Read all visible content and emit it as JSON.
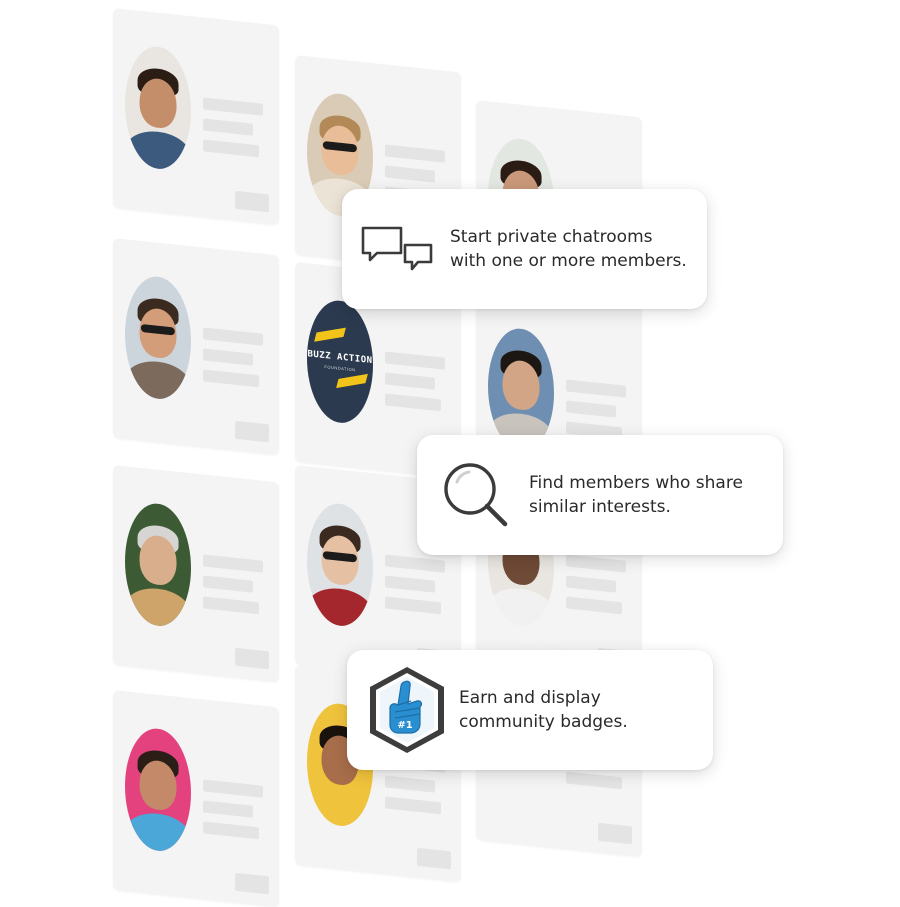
{
  "members": [
    {
      "kind": "photo",
      "icon": "member-avatar-icon",
      "bg": "#e9e6e1",
      "skin": "#c58e6a",
      "hair": "#2b1c14",
      "shirt": "#3b5a7e",
      "glasses": false
    },
    {
      "kind": "photo",
      "icon": "member-avatar-icon",
      "bg": "#d9cbb6",
      "skin": "#e8bd98",
      "hair": "#b48958",
      "shirt": "#ebe3d6",
      "glasses": true
    },
    {
      "kind": "photo",
      "icon": "member-avatar-icon",
      "bg": "#e3e7e1",
      "skin": "#c9987a",
      "hair": "#2a1b15",
      "shirt": "#8e7a6a",
      "glasses": false
    },
    {
      "kind": "photo",
      "icon": "member-avatar-icon",
      "bg": "#cdd5dc",
      "skin": "#d39d79",
      "hair": "#3b2a20",
      "shirt": "#7c6a5c",
      "glasses": true
    },
    {
      "kind": "logo",
      "icon": "buzz-action-logo-icon",
      "logo_title": "BUZZ ACTION",
      "logo_sub": "FOUNDATION"
    },
    {
      "kind": "photo",
      "icon": "member-avatar-icon",
      "bg": "#6f8fb2",
      "skin": "#d1a585",
      "hair": "#1d1713",
      "shirt": "#c9c3bd",
      "glasses": false
    },
    {
      "kind": "photo",
      "icon": "member-avatar-icon",
      "bg": "#3c5a34",
      "skin": "#d8ae8d",
      "hair": "#d7d5d3",
      "shirt": "#cfa46b",
      "glasses": false
    },
    {
      "kind": "photo",
      "icon": "member-avatar-icon",
      "bg": "#dfe2e5",
      "skin": "#e6c0a3",
      "hair": "#3b2a1f",
      "shirt": "#a3272c",
      "glasses": true
    },
    {
      "kind": "photo",
      "icon": "member-avatar-icon",
      "bg": "#e9e6e1",
      "skin": "#6f4a36",
      "hair": "#1f1712",
      "shirt": "#f1f1f1",
      "glasses": false
    },
    {
      "kind": "photo",
      "icon": "member-avatar-icon",
      "bg": "#e3427f",
      "skin": "#c48968",
      "hair": "#2a1e17",
      "shirt": "#4aa7d8",
      "glasses": false
    },
    {
      "kind": "photo",
      "icon": "member-avatar-icon",
      "bg": "#f0c33c",
      "skin": "#a86e4b",
      "hair": "#1a120d",
      "shirt": "#f0c33c",
      "glasses": false
    }
  ],
  "features": {
    "chat": {
      "icon": "chat-bubbles-icon",
      "text": "Start private chatrooms\nwith one or more members."
    },
    "search": {
      "icon": "magnifier-icon",
      "text": "Find members who share\nsimilar interests."
    },
    "badge": {
      "icon": "foam-finger-badge-icon",
      "badge_label": "#1",
      "text": "Earn and display\ncommunity badges."
    }
  },
  "colors": {
    "card_bg": "#f4f4f4",
    "placeholder": "#e4e4e4",
    "badge_accent": "#2a8fd0",
    "icon_stroke": "#3b3b3b"
  }
}
